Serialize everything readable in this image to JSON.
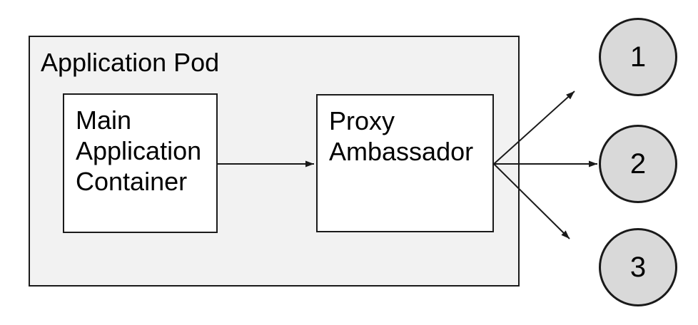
{
  "diagram": {
    "type": "architecture-diagram",
    "pod": {
      "label": "Application Pod"
    },
    "nodes": [
      {
        "id": "main-application-container",
        "label": "Main\nApplication\nContainer",
        "shape": "rectangle",
        "fill": "#ffffff"
      },
      {
        "id": "proxy-ambassador",
        "label": "Proxy\nAmbassador",
        "shape": "rectangle",
        "fill": "#ffffff"
      }
    ],
    "endpoints": [
      {
        "id": "endpoint-1",
        "label": "1",
        "shape": "circle",
        "fill": "#d9d9d9"
      },
      {
        "id": "endpoint-2",
        "label": "2",
        "shape": "circle",
        "fill": "#d9d9d9"
      },
      {
        "id": "endpoint-3",
        "label": "3",
        "shape": "circle",
        "fill": "#d9d9d9"
      }
    ],
    "connections": [
      {
        "from": "main-application-container",
        "to": "proxy-ambassador",
        "style": "arrow"
      },
      {
        "from": "proxy-ambassador",
        "to": "endpoint-1",
        "style": "arrow"
      },
      {
        "from": "proxy-ambassador",
        "to": "endpoint-2",
        "style": "arrow"
      },
      {
        "from": "proxy-ambassador",
        "to": "endpoint-3",
        "style": "arrow"
      }
    ],
    "colors": {
      "pod_fill": "#f2f2f2",
      "node_fill": "#ffffff",
      "endpoint_fill": "#d9d9d9",
      "stroke": "#1a1a1a",
      "text": "#000000",
      "background": "#ffffff"
    }
  }
}
